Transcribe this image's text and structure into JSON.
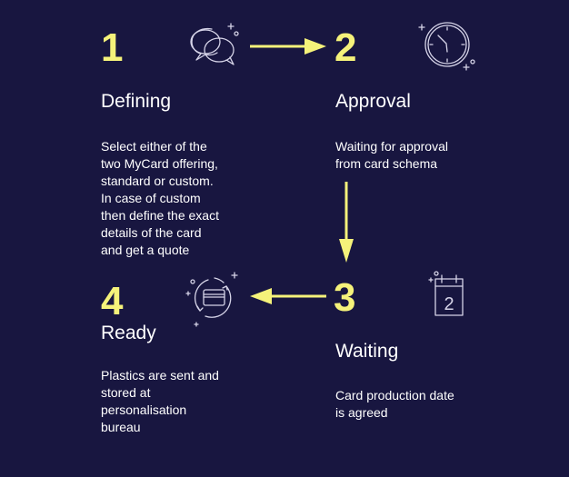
{
  "colors": {
    "background": "#181640",
    "accent": "#f5f27a",
    "text": "#ffffff",
    "icon_stroke": "#d6d4e8"
  },
  "steps": [
    {
      "number": "1",
      "title": "Defining",
      "description": "Select either of the\ntwo MyCard offering,\nstandard or custom.\nIn case of custom\nthen define the exact\ndetails of the card\nand get a quote",
      "icon": "chat-bubbles-icon"
    },
    {
      "number": "2",
      "title": "Approval",
      "description": "Waiting for approval\nfrom card schema",
      "icon": "clock-icon"
    },
    {
      "number": "3",
      "title": "Waiting",
      "description": "Card production date\nis agreed",
      "icon": "calendar-icon",
      "icon_text": "2"
    },
    {
      "number": "4",
      "title": "Ready",
      "description": "Plastics are sent and\nstored at\npersonalisation\nbureau",
      "icon": "card-cycle-icon"
    }
  ],
  "arrows": [
    {
      "from": "1",
      "to": "2",
      "direction": "right"
    },
    {
      "from": "2",
      "to": "3",
      "direction": "down"
    },
    {
      "from": "3",
      "to": "4",
      "direction": "left"
    }
  ]
}
